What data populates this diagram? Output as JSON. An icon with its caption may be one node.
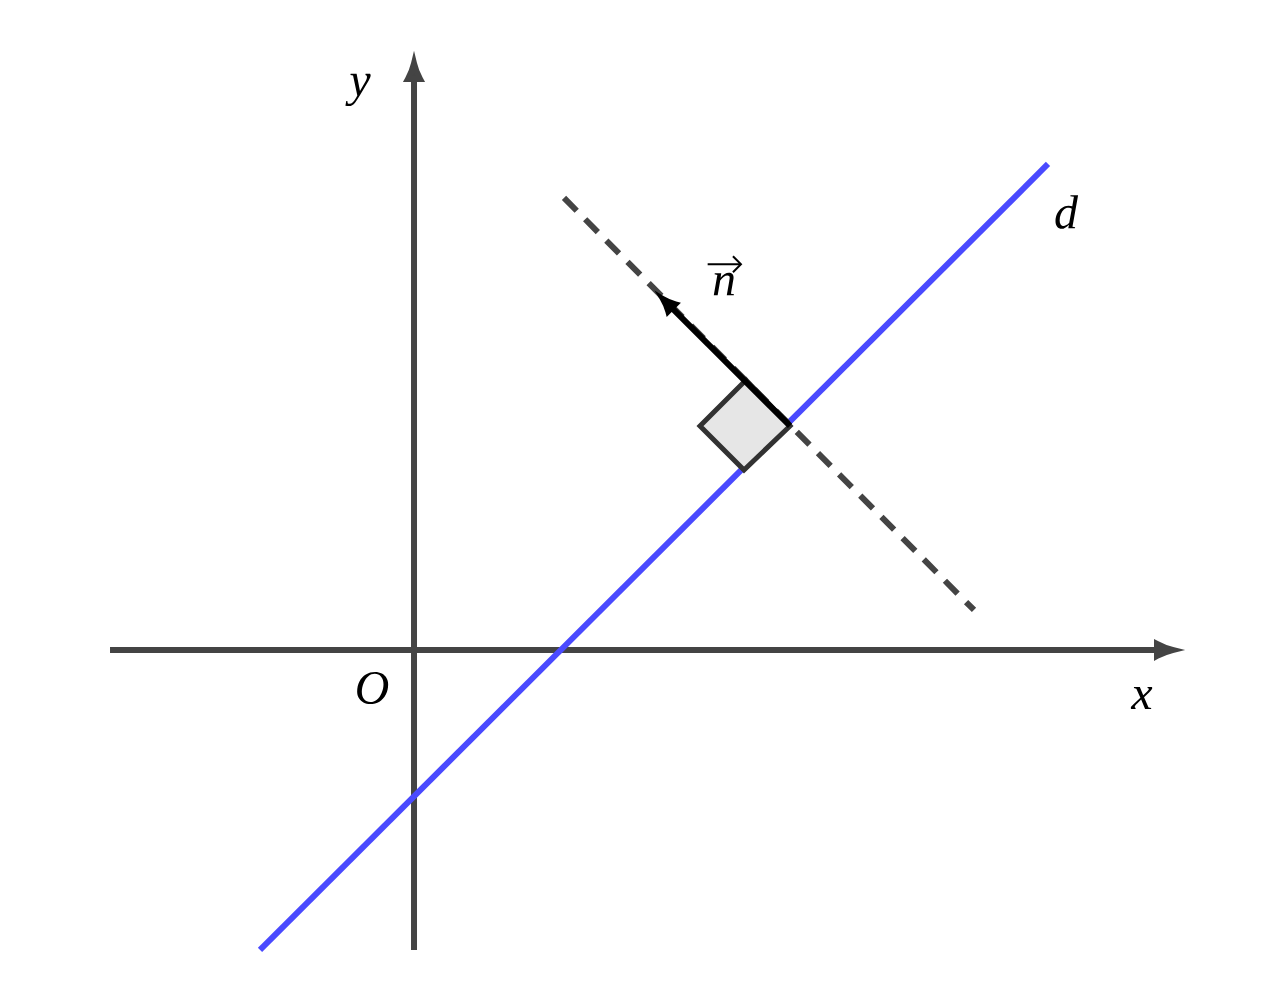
{
  "diagram": {
    "labels": [
      "y",
      "d",
      "n",
      "O",
      "x"
    ]
  }
}
